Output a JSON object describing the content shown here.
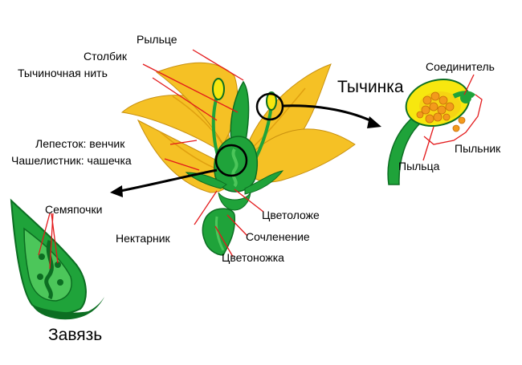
{
  "labels": {
    "stigma": "Рыльце",
    "style": "Столбик",
    "filament": "Тычиночная нить",
    "petal": "Лепесток: венчик",
    "sepal": "Чашелистник: чашечка",
    "ovules": "Семяпочки",
    "nectary": "Нектарник",
    "receptacle": "Цветоложе",
    "joint": "Сочленение",
    "pedicel": "Цветоножка",
    "connective": "Соединитель",
    "anther": "Пыльник",
    "pollen": "Пыльца"
  },
  "titles": {
    "stamen": "Тычинка",
    "ovary": "Завязь"
  },
  "colors": {
    "petal": "#F5C125",
    "petal_dark": "#E0A010",
    "green": "#1FA33A",
    "green_dark": "#0C6E22",
    "green_light": "#4CC65A",
    "leader": "#E3191B",
    "anther_yellow": "#F7E70F",
    "pollen_orange": "#F39A1C",
    "arrow": "#000000"
  }
}
